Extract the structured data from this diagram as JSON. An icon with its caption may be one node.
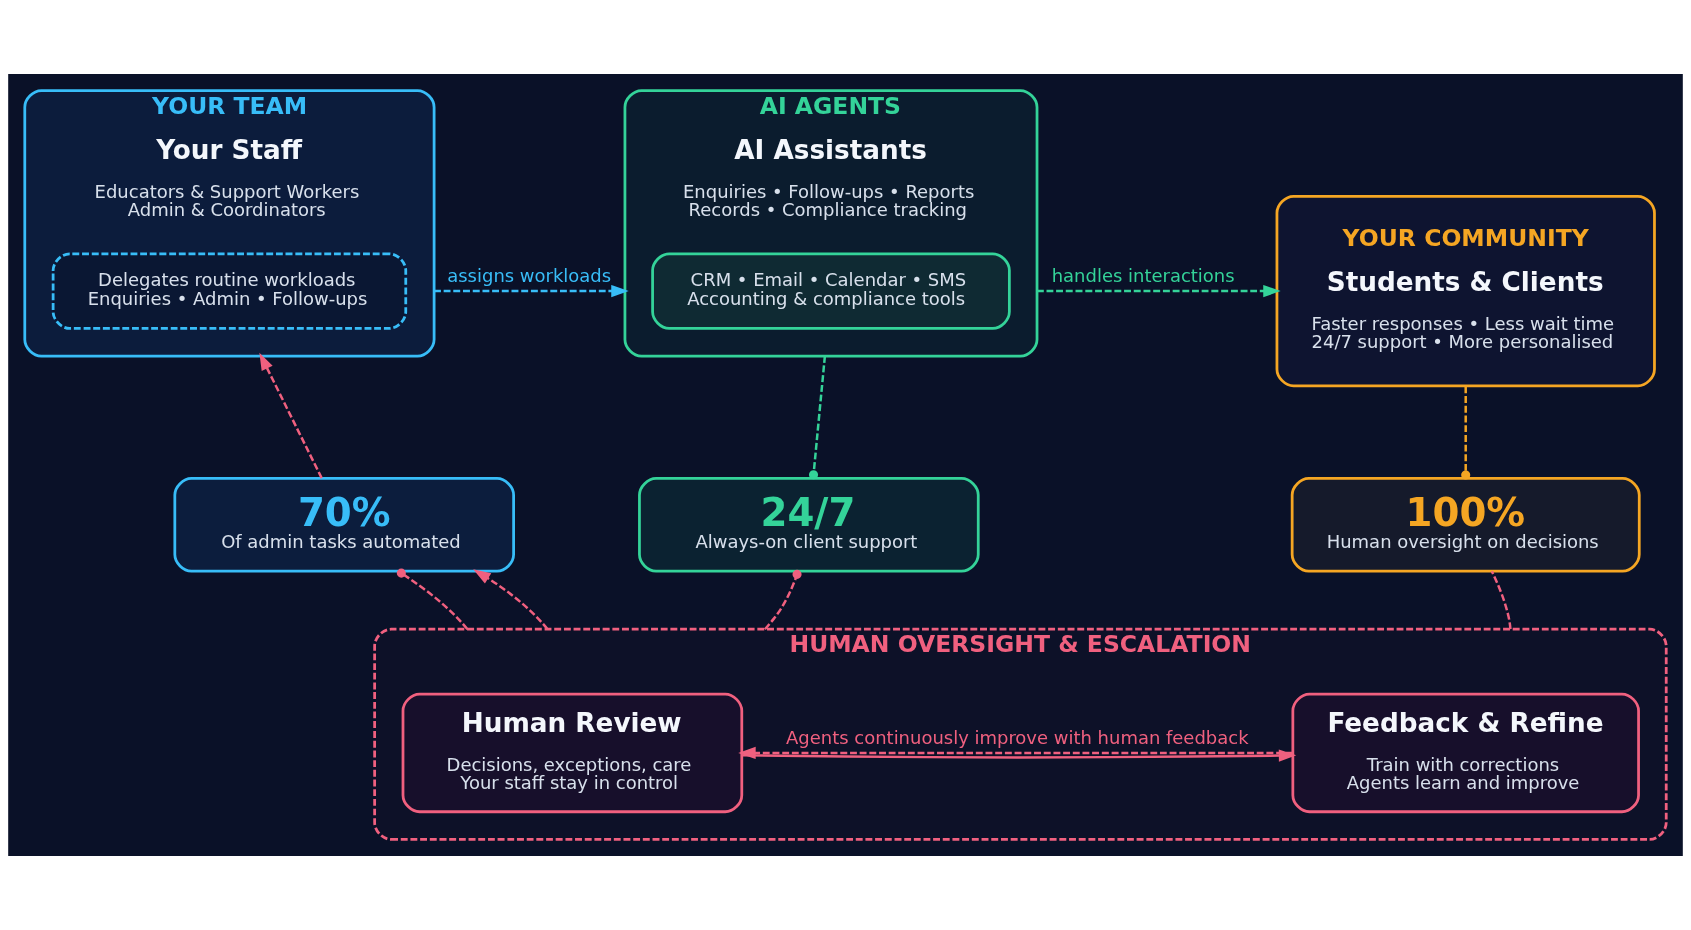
{
  "diagram": {
    "nodes": [
      {
        "text": [
          "YOUR TEAM",
          "Your Staff",
          "Educators & Support Workers",
          "Admin & Coordinators"
        ]
      },
      {
        "text": [
          "Delegates routine workloads",
          "Enquiries • Admin • Follow-ups"
        ],
        "in": 0
      },
      {
        "text": [
          "AI AGENTS",
          "AI Assistants",
          "Enquiries • Follow-ups • Reports",
          "Records • Compliance tracking"
        ]
      },
      {
        "text": [
          "CRM • Email • Calendar • SMS",
          "Accounting & compliance tools"
        ],
        "in": 2
      },
      {
        "text": [
          "YOUR COMMUNITY",
          "Students & Clients",
          "Faster responses • Less wait time",
          "24/7 support • More personalised"
        ]
      },
      {
        "text": [
          "70%",
          "Of admin tasks automated"
        ]
      },
      {
        "text": [
          "24/7",
          "Always-on client support"
        ]
      },
      {
        "text": [
          "100%",
          "Human oversight on decisions"
        ]
      },
      {
        "text": [
          "HUMAN OVERSIGHT & ESCALATION"
        ]
      },
      {
        "text": [
          "Human Review",
          "Decisions, exceptions, care",
          "Your staff stay in control"
        ],
        "in": 8
      },
      {
        "text": [
          "Feedback & Refine",
          "Train with corrections",
          "Agents learn and improve"
        ],
        "in": 8
      }
    ],
    "edges": [
      {
        "from": 0,
        "to": 2,
        "arrow": "to",
        "label": "assigns workloads",
        "style": "dashed",
        "color": "#38bdf8"
      },
      {
        "from": 2,
        "to": 4,
        "arrow": "to",
        "label": "handles interactions",
        "style": "dashed",
        "color": "#34d399"
      },
      {
        "from": 5,
        "to": 0,
        "arrow": "to",
        "style": "dashed"
      },
      {
        "from": 2,
        "to": 6,
        "arrow": "other",
        "style": "dashed",
        "color": "#34d399"
      },
      {
        "from": 4,
        "to": 7,
        "arrow": "other",
        "style": "dashed",
        "color": "#f5a623"
      },
      {
        "from": 8,
        "to": 5,
        "arrow": "other",
        "style": "dashed"
      },
      {
        "from": 8,
        "to": 6,
        "arrow": "other",
        "style": "dashed"
      },
      {
        "from": 8,
        "to": 7,
        "arrow": "none",
        "style": "dashed"
      },
      {
        "from": 8,
        "to": 5,
        "arrow": "to",
        "style": "dashed"
      },
      {
        "from": 9,
        "to": 10,
        "arrow": "to"
      },
      {
        "from": 10,
        "to": 9,
        "arrow": "to",
        "label": "Agents continuously improve with human feedback",
        "style": "dashed"
      }
    ]
  }
}
